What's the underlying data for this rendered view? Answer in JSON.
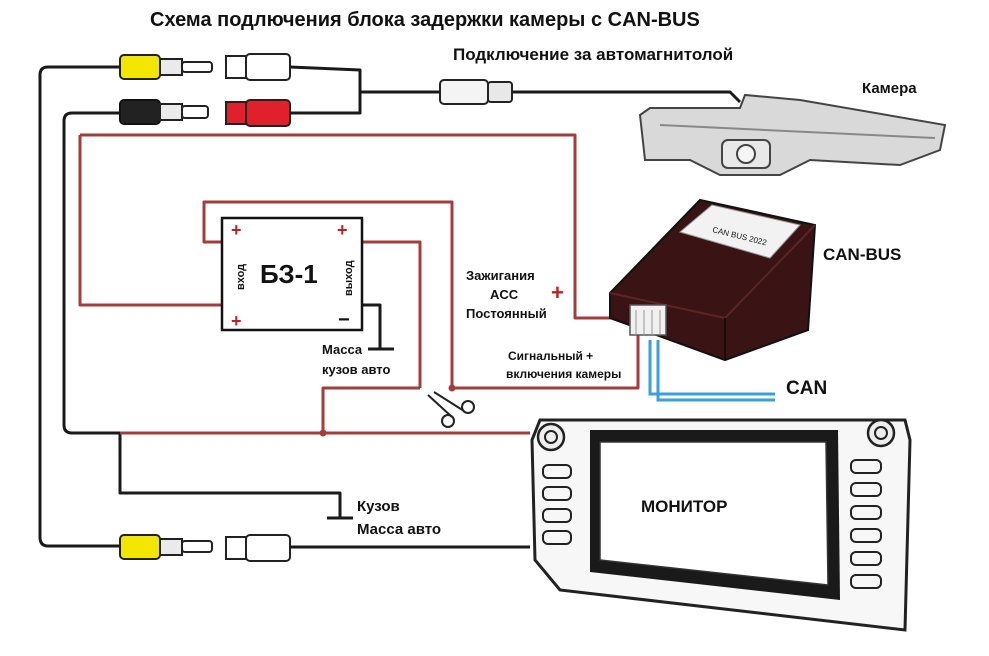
{
  "title": "Схема подлючения блока задержки камеры с CAN-BUS",
  "subtitle": "Подключение за автомагнитолой",
  "labels": {
    "camera": "Камера",
    "canbus_box": "CAN-BUS",
    "module": "БЗ-1",
    "module_in": "вход",
    "module_out": "выход",
    "plus": "+",
    "minus": "−",
    "ignition_line1": "Зажигания",
    "ignition_line2": "ACC",
    "ignition_line3": "Постоянный",
    "signal_line1": "Сигнальный +",
    "signal_line2": "включения камеры",
    "ground1_line1": "Масса",
    "ground1_line2": "кузов авто",
    "can": "CAN",
    "ground2_line1": "Кузов",
    "ground2_line2": "Масса авто",
    "monitor": "МОНИТОР",
    "canbus_sticker": "CAN BUS 2022"
  },
  "colors": {
    "wire_black": "#1a1a1a",
    "wire_red": "#a33d3d",
    "wire_blue": "#3a9fd6",
    "rca_yellow": "#f2e600",
    "rca_red": "#e0202a",
    "box_dark": "#3a1414"
  }
}
